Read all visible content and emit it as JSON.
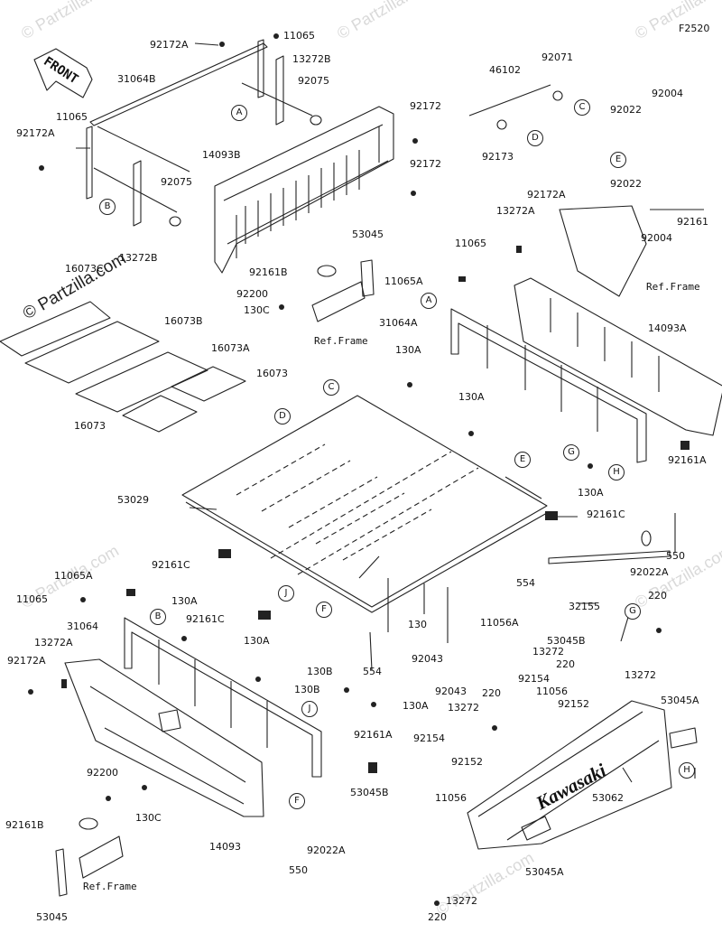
{
  "diagram_code": "F2520",
  "front_label": "FRONT",
  "brand_text": "Kawasaki",
  "copyright": "© Partzilla.com",
  "watermark": "© Partzilla.com",
  "ref_frame": "Ref.Frame",
  "ref_letters": [
    "A",
    "B",
    "C",
    "D",
    "E",
    "F",
    "G",
    "H",
    "J"
  ],
  "parts": {
    "p92172A_a": "92172A",
    "p11065_a": "11065",
    "p13272B_a": "13272B",
    "p31064B": "31064B",
    "p92075_a": "92075",
    "p11065_b": "11065",
    "p92172A_b": "92172A",
    "p92075_b": "92075",
    "p13272B_b": "13272B",
    "p14093B": "14093B",
    "p92172_a": "92172",
    "p92172_b": "92172",
    "p46102": "46102",
    "p92071": "92071",
    "p92173": "92173",
    "p92004_a": "92004",
    "p92022_a": "92022",
    "p92022_b": "92022",
    "p92161": "92161",
    "p92004_b": "92004",
    "p92172A_c": "92172A",
    "p13272A_a": "13272A",
    "p11065_c": "11065",
    "p11065A_a": "11065A",
    "p31064A": "31064A",
    "p130A_a": "130A",
    "p130A_b": "130A",
    "p14093A": "14093A",
    "p53045_a": "53045",
    "p92161B_a": "92161B",
    "p92200_a": "92200",
    "p130C_a": "130C",
    "p16073C": "16073C",
    "p16073B": "16073B",
    "p16073A": "16073A",
    "p16073_a": "16073",
    "p16073_b": "16073",
    "p53029": "53029",
    "p92161C_a": "92161C",
    "p92161C_b": "92161C",
    "p92161C_c": "92161C",
    "p130A_c": "130A",
    "p92161A_a": "92161A",
    "p550_a": "550",
    "p92022A_a": "92022A",
    "p554_a": "554",
    "p32155": "32155",
    "p11056A": "11056A",
    "p11065A_b": "11065A",
    "p11065_d": "11065",
    "p31064": "31064",
    "p13272A_b": "13272A",
    "p92172A_d": "92172A",
    "p130A_d": "130A",
    "p130A_e": "130A",
    "p130": "130",
    "p130B_a": "130B",
    "p130B_b": "130B",
    "p554_b": "554",
    "p92043_a": "92043",
    "p92043_b": "92043",
    "p130A_f": "130A",
    "p92161A_b": "92161A",
    "p220_a": "220",
    "p53045B_a": "53045B",
    "p13272_a": "13272",
    "p220_b": "220",
    "p13272_b": "13272",
    "p92154_a": "92154",
    "p11056_a": "11056",
    "p92152_a": "92152",
    "p53045A_a": "53045A",
    "p220_c": "220",
    "p13272_c": "13272",
    "p92154_b": "92154",
    "p92152_b": "92152",
    "p53045B_b": "53045B",
    "p11056_b": "11056",
    "p53062": "53062",
    "p53045A_b": "53045A",
    "p220_d": "220",
    "p13272_d": "13272",
    "p14093": "14093",
    "p92200_b": "92200",
    "p130C_b": "130C",
    "p92161B_b": "92161B",
    "p53045_b": "53045",
    "p550_b": "550",
    "p92022A_b": "92022A"
  },
  "colors": {
    "line": "#222222",
    "watermark": "#d9d9d9",
    "background": "#ffffff"
  }
}
